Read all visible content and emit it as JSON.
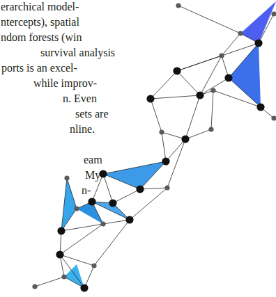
{
  "diagram": {
    "labels": [
      "erarchical model-",
      "ntercepts), spatial",
      "ndom forests (win",
      "survival analysis",
      "ports is an excel-",
      "while improv-",
      "n. Even",
      "sets are",
      "nline.",
      "eam",
      "My",
      "n-"
    ]
  }
}
